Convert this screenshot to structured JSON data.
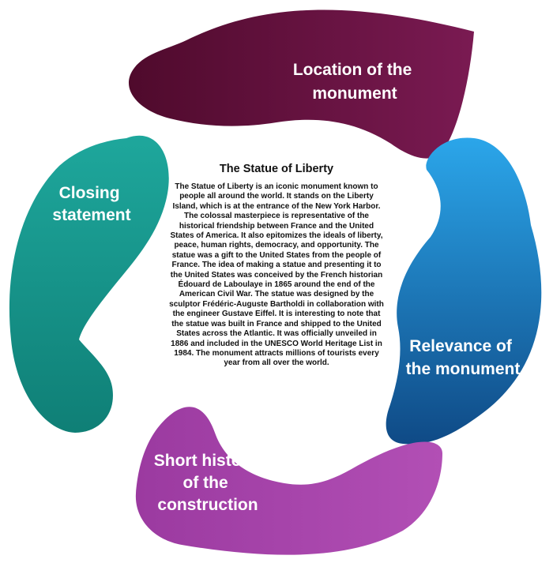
{
  "segments": [
    {
      "id": "location",
      "lines": [
        "Location of the",
        "monument"
      ],
      "colors": [
        "#4f0a2c",
        "#7a1a52"
      ]
    },
    {
      "id": "relevance",
      "lines": [
        "Relevance of",
        "the monument"
      ],
      "colors": [
        "#2ba6ea",
        "#0f4a86"
      ]
    },
    {
      "id": "history",
      "lines": [
        "Short history",
        "of the",
        "construction"
      ],
      "colors": [
        "#9b3aa0",
        "#b24fb5"
      ]
    },
    {
      "id": "closing",
      "lines": [
        "Closing",
        "statement"
      ],
      "colors": [
        "#1ea79c",
        "#0f7f76"
      ]
    }
  ],
  "center": {
    "title": "The Statue of Liberty",
    "body": "The Statue of Liberty is an iconic monument known to people all around the world. It stands on the Liberty Island, which is at the entrance of the New York Harbor. The colossal masterpiece is representative of the historical friendship between France and the United States of America. It also epitomizes the ideals of liberty, peace, human rights, democracy, and opportunity. The statue was a gift to the United States from the people of France. The idea of making a statue and presenting it to the United States was conceived by the French historian Édouard de Laboulaye in 1865 around the end of the American Civil War. The statue was designed by the sculptor Frédéric-Auguste Bartholdi in collaboration with the engineer Gustave Eiffel. It is interesting to note that the statue was built in France and shipped to the United States across the Atlantic. It was officially unveiled in 1886 and included in the UNESCO World Heritage List in 1984. The monument attracts millions of tourists every year from all over the world."
  }
}
